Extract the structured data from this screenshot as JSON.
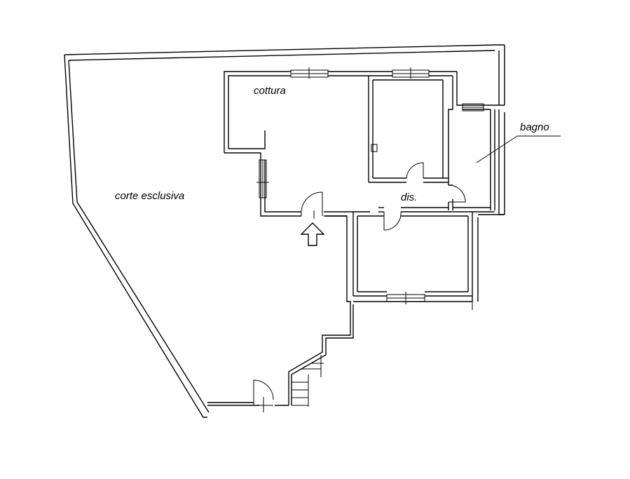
{
  "labels": {
    "cottura": "cottura",
    "bagno": "bagno",
    "corte": "corte esclusiva",
    "dis": "dis."
  },
  "icons": {
    "entrance": "arrow-up-icon"
  },
  "colors": {
    "line": "#000000",
    "background": "#ffffff"
  }
}
